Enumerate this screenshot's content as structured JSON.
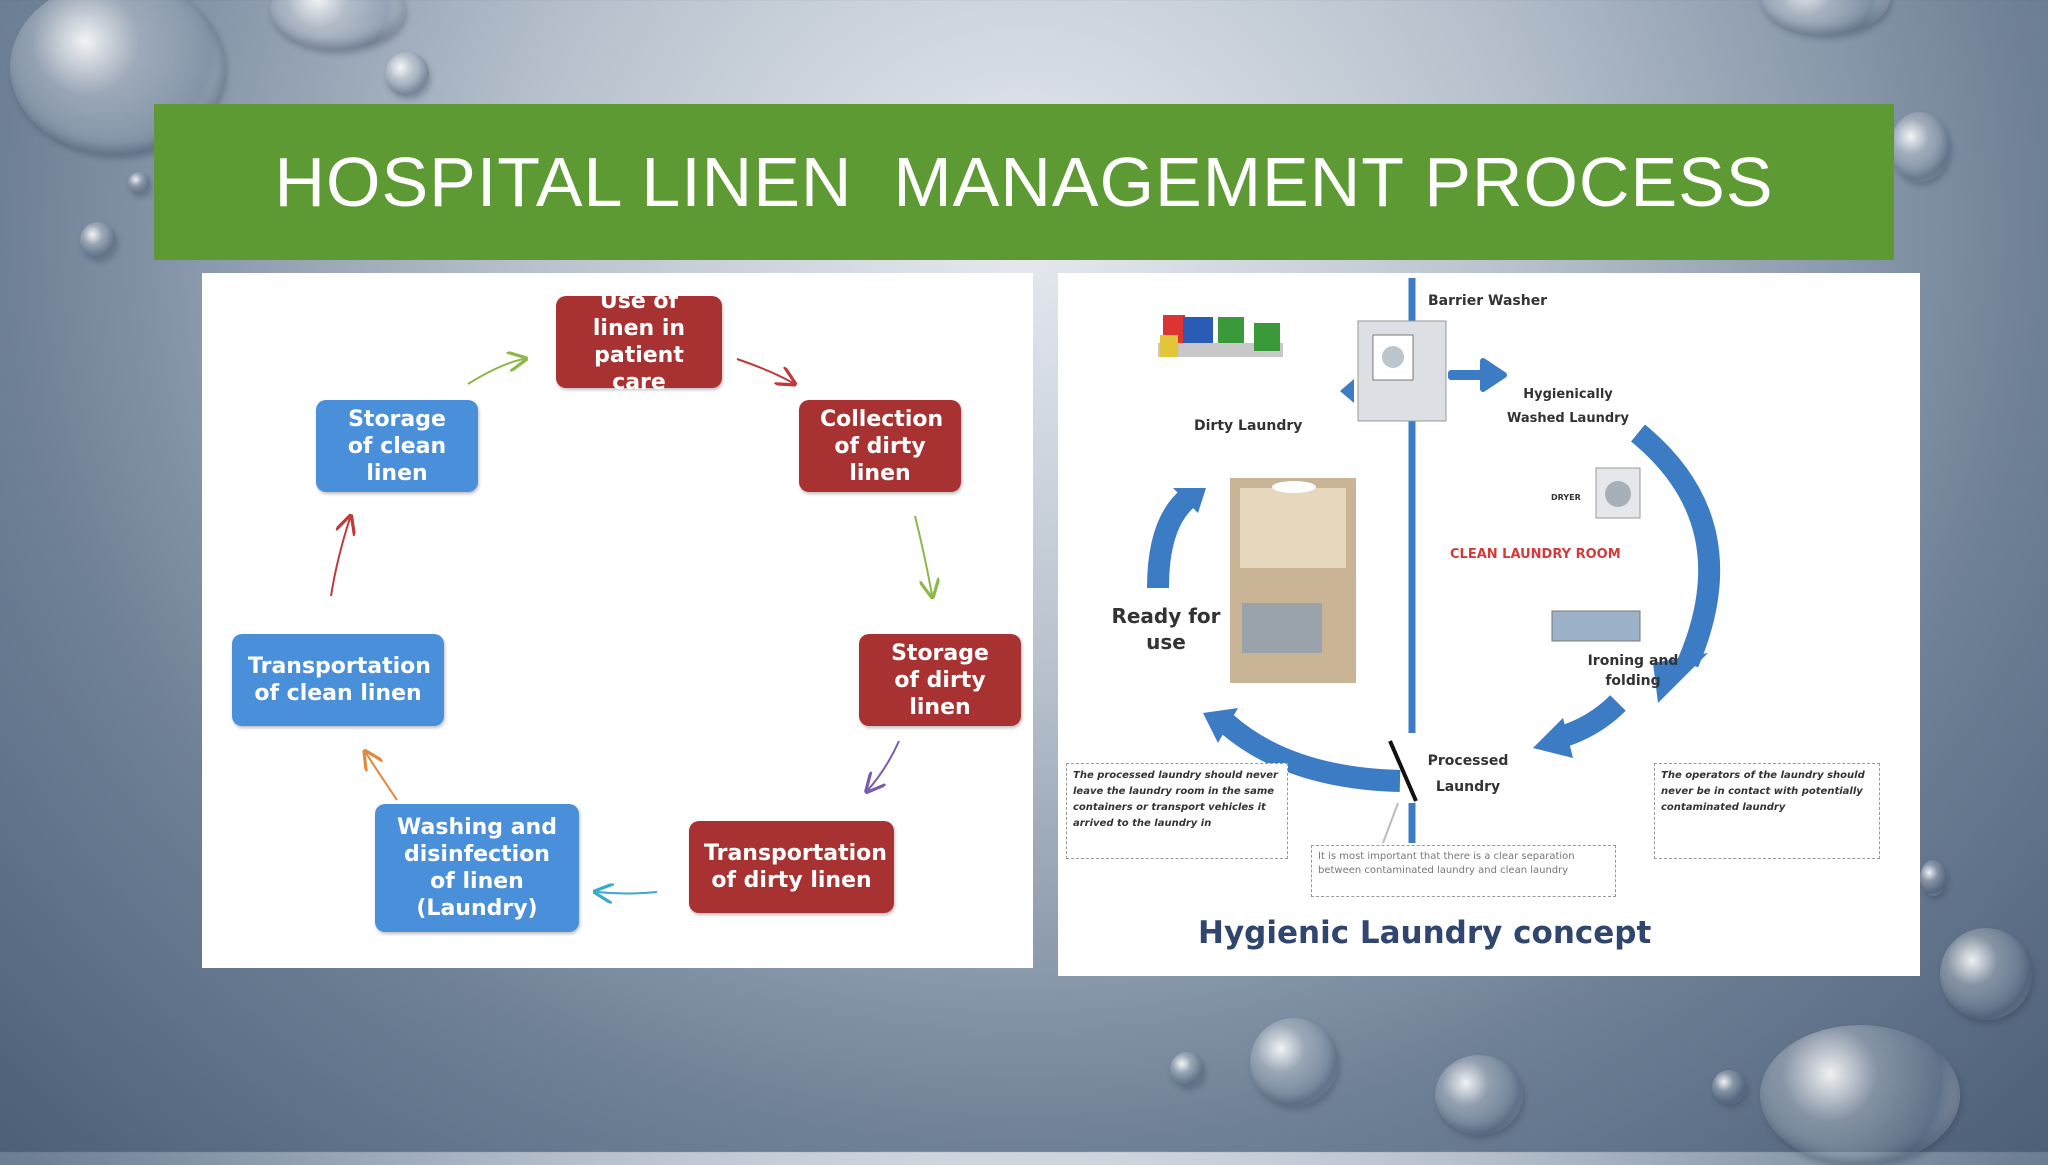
{
  "slide": {
    "title": "HOSPITAL LINEN  MANAGEMENT PROCESS",
    "colors": {
      "title_bar": "#5e9a34",
      "red_box": "#a83232",
      "blue_box": "#4a8fd9",
      "cycle_arrow": "#3c7cc4"
    }
  },
  "cycle_diagram": {
    "steps": [
      {
        "label": "Use of linen in patient care",
        "color": "red"
      },
      {
        "label": "Collection of dirty linen",
        "color": "red"
      },
      {
        "label": "Storage of dirty linen",
        "color": "red"
      },
      {
        "label": "Transportation of dirty linen",
        "color": "red"
      },
      {
        "label": "Washing and disinfection of linen (Laundry)",
        "color": "blue"
      },
      {
        "label": "Transportation of clean linen",
        "color": "blue"
      },
      {
        "label": "Storage of clean linen",
        "color": "blue"
      }
    ]
  },
  "laundry_concept": {
    "title": "Hygienic Laundry concept",
    "labels": {
      "barrier_washer": "Barrier Washer",
      "dirty_laundry": "Dirty Laundry",
      "hygienically_washed": "Hygienically Washed Laundry",
      "dryer": "DRYER",
      "clean_room": "CLEAN LAUNDRY ROOM",
      "ironing": "Ironing and folding",
      "processed": "Processed Laundry",
      "ready": "Ready for use"
    },
    "notes": {
      "left": "The processed laundry should never leave the laundry room in the same containers or transport vehicles it arrived to the laundry in",
      "right": "The operators of the laundry should never be in contact with potentially contaminated laundry",
      "bottom": "It is most important that there is a clear separation between contaminated laundry and clean laundry"
    }
  }
}
